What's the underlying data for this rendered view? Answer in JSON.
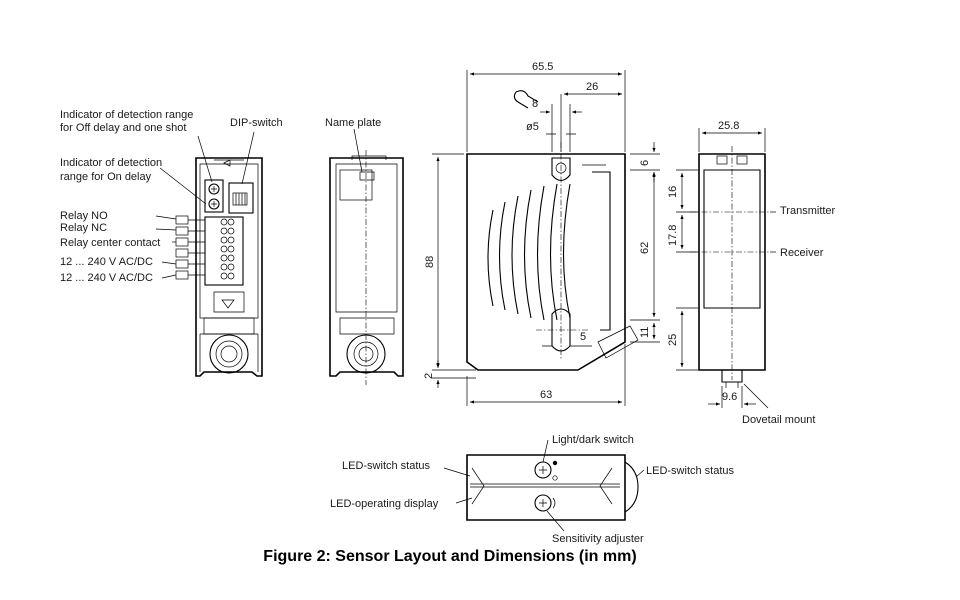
{
  "caption": "Figure 2: Sensor Layout and Dimensions (in mm)",
  "left_view": {
    "labels": {
      "range_off": [
        "Indicator of detection range",
        "for Off delay and one shot"
      ],
      "range_on": [
        "Indicator of detection",
        "range for On delay"
      ],
      "dip_switch": "DIP-switch",
      "relay_no": "Relay NO",
      "relay_nc": "Relay NC",
      "relay_center": "Relay center contact",
      "supply1": "12 ... 240 V AC/DC",
      "supply2": "12 ... 240 V AC/DC"
    }
  },
  "name_plate_view": {
    "label": "Name plate"
  },
  "side_view": {
    "dims": {
      "width_total": "65.5",
      "offset_top": "26",
      "wrench": "8",
      "hole": "ø5",
      "top_6": "6",
      "height_88": "88",
      "height_62": "62",
      "bottom_11": "11",
      "bottom_2": "2",
      "slot_5": "5",
      "width_63": "63"
    }
  },
  "front_view": {
    "dims": {
      "width": "25.8",
      "d16": "16",
      "d17_8": "17.8",
      "d25": "25",
      "dovetail_w": "9.6"
    },
    "labels": {
      "transmitter": "Transmitter",
      "receiver": "Receiver",
      "dovetail": "Dovetail mount"
    }
  },
  "top_view": {
    "labels": {
      "light_dark": "Light/dark switch",
      "led_switch_left": "LED-switch status",
      "led_switch_right": "LED-switch status",
      "led_operating": "LED-operating display",
      "sensitivity": "Sensitivity adjuster"
    }
  }
}
